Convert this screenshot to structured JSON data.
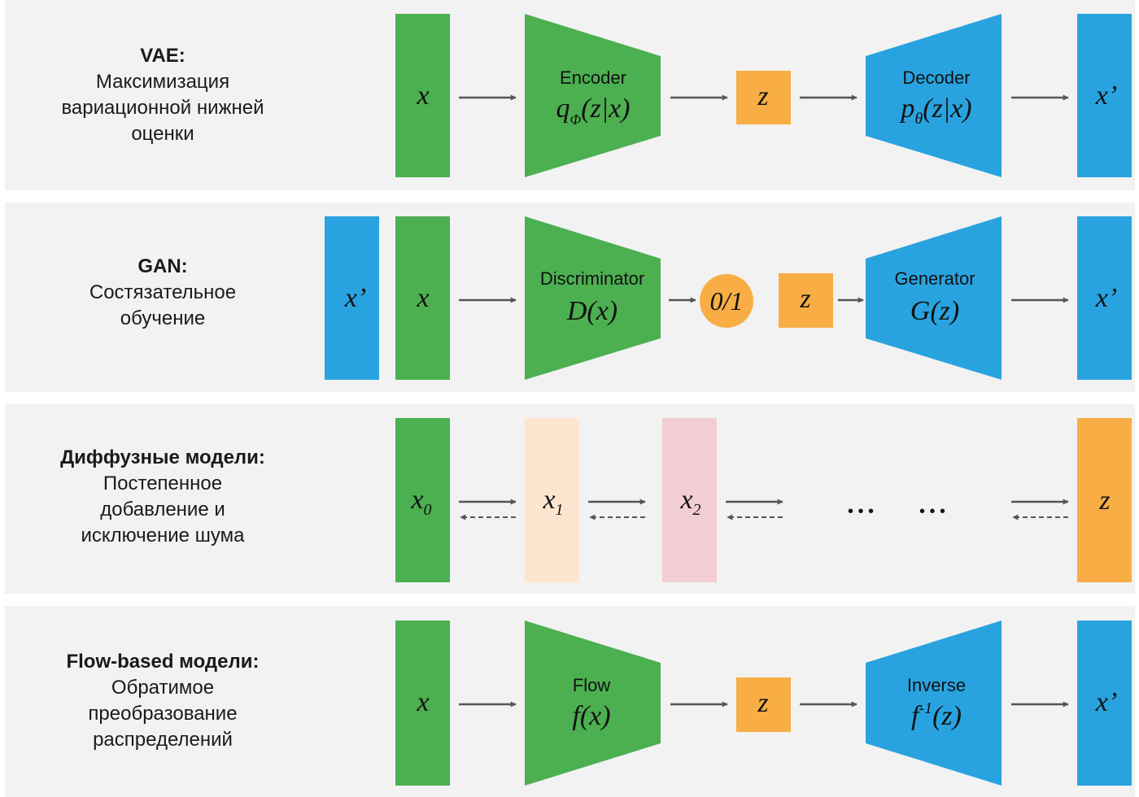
{
  "colors": {
    "green": "#4caf50",
    "blue": "#29a3df",
    "orange": "#f8ae45",
    "peach": "#fde6cf",
    "pink": "#f3cdd4",
    "arrow": "#555555",
    "panel": "#f2f2f2"
  },
  "rows": {
    "vae": {
      "heading": "VAE:",
      "lines": [
        "Максимизация",
        "вариационной нижней",
        "оценки"
      ]
    },
    "gan": {
      "heading": "GAN:",
      "lines": [
        "Состязательное",
        "обучение"
      ]
    },
    "diffusion": {
      "heading": "Диффузные модели:",
      "lines": [
        "Постепенное",
        "добавление и",
        "исключение шума"
      ]
    },
    "flow": {
      "heading": "Flow-based модели:",
      "lines": [
        "Обратимое",
        "преобразование",
        "распределений"
      ]
    }
  },
  "labels": {
    "x": "x",
    "x_prime": "x’",
    "z": "z",
    "encoder": "Encoder",
    "decoder": "Decoder",
    "discriminator": "Discriminator",
    "generator": "Generator",
    "flow": "Flow",
    "inverse": "Inverse",
    "q": "q",
    "phi": "Φ",
    "zx": "(z|x)",
    "p": "p",
    "theta": "θ",
    "dx": "D(x)",
    "gz": "G(z)",
    "zero_one": "0/1",
    "fx": "f(x)",
    "f": "f",
    "minus_one": "-1",
    "paren_z": "(z)",
    "sub0": "0",
    "sub1": "1",
    "sub2": "2",
    "ellipsis": "• • •"
  }
}
